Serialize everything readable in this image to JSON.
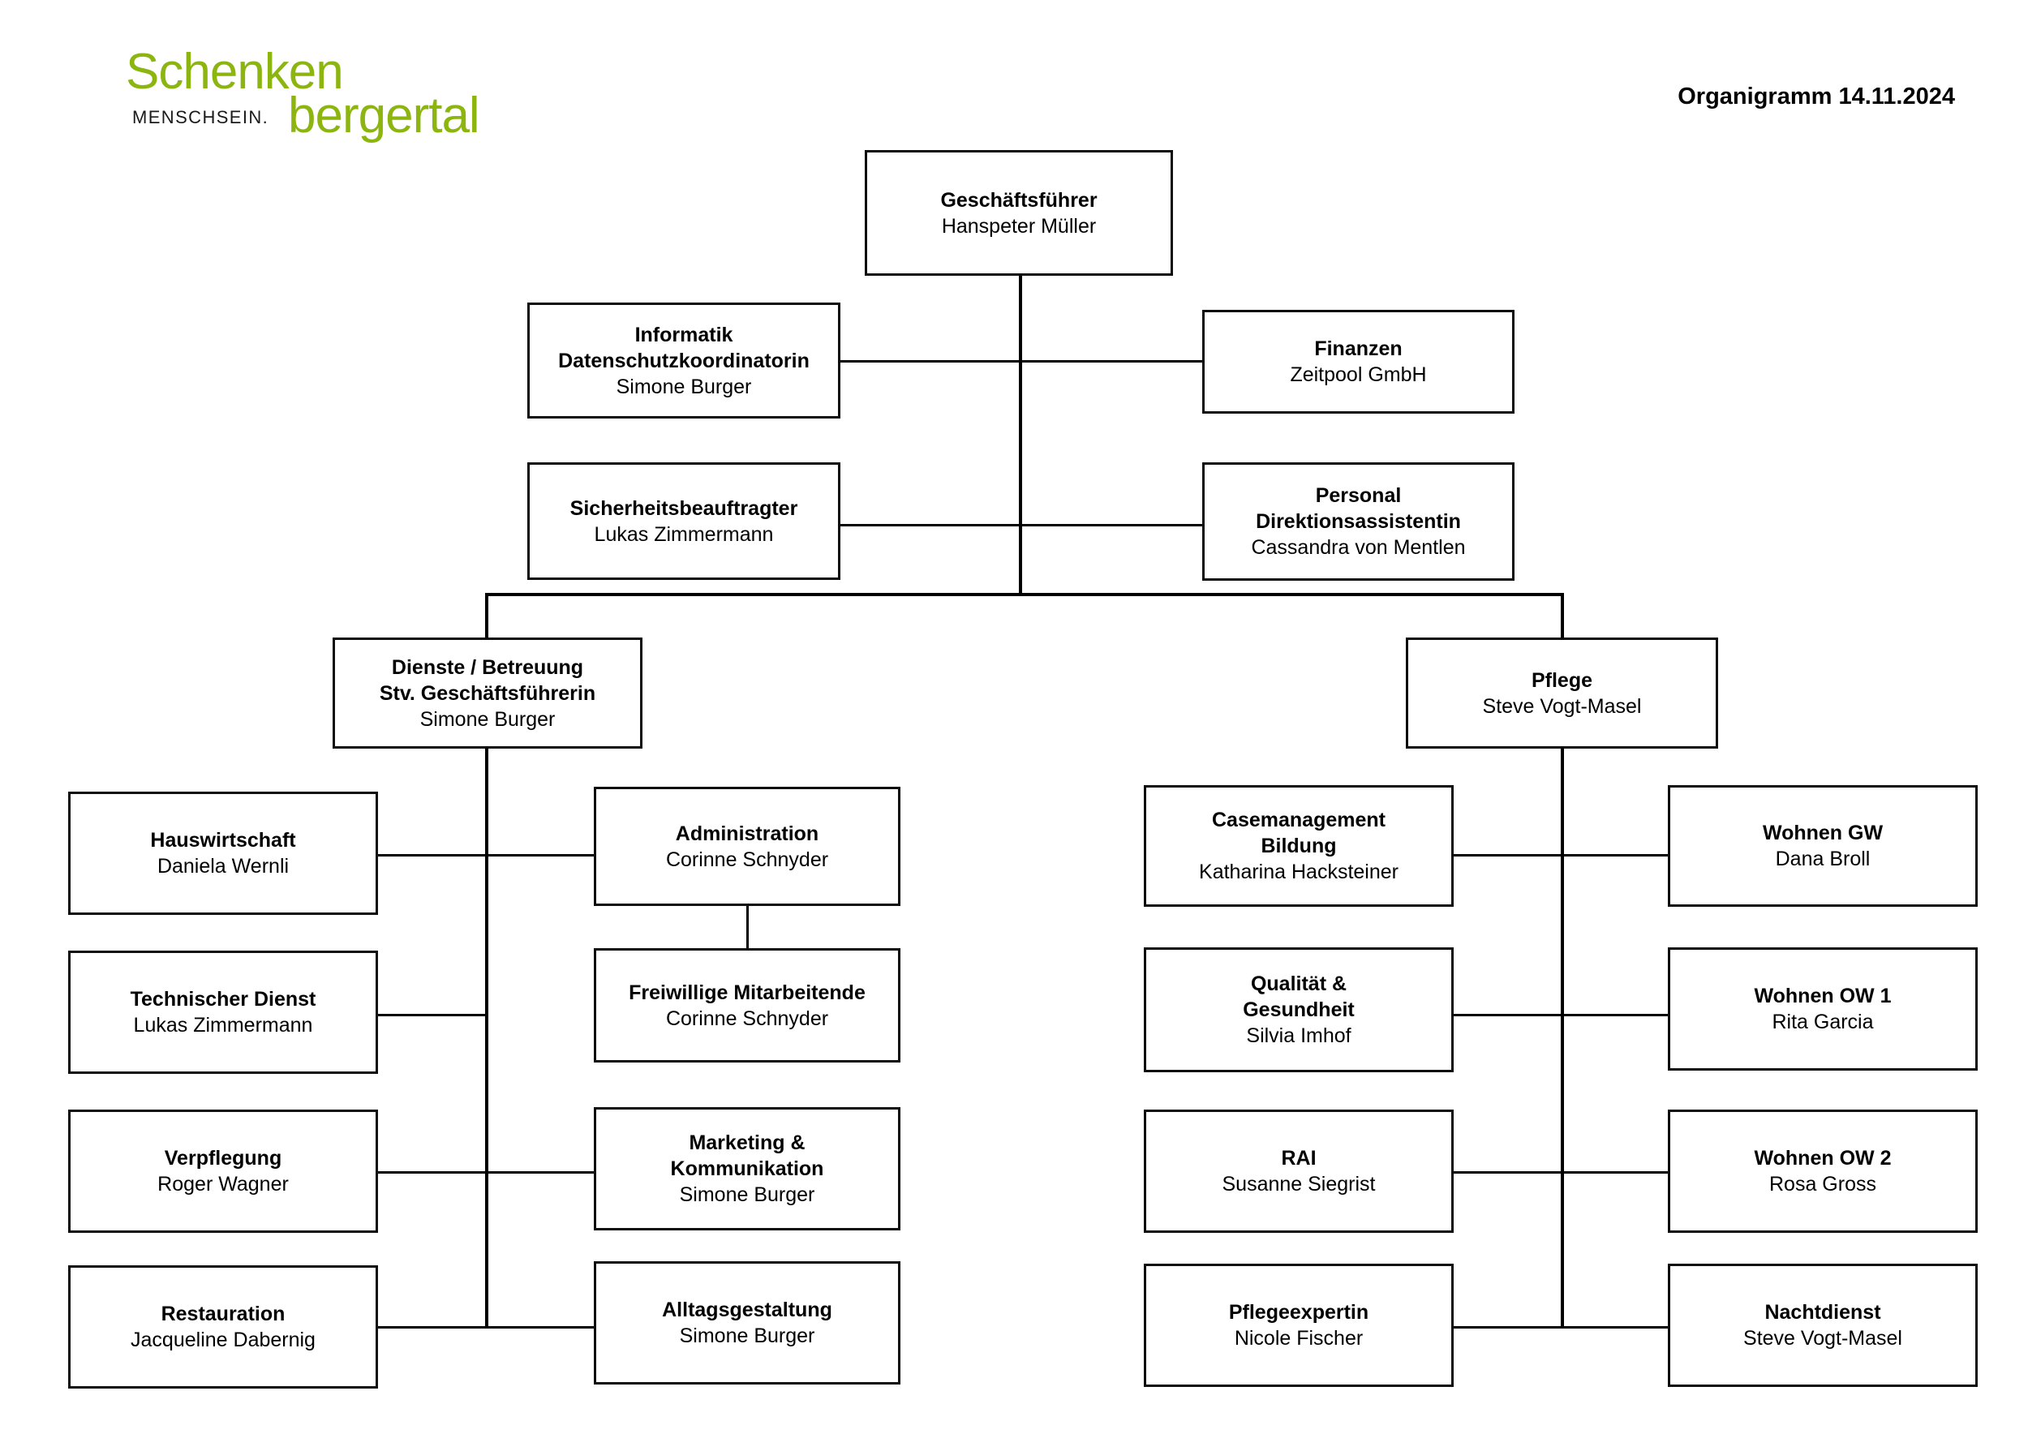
{
  "header": {
    "logo": {
      "line1": "Schenken",
      "line2": "bergertal",
      "tagline": "MENSCHSEIN.",
      "color": "#8CB60F"
    },
    "title": "Organigramm 14.11.2024"
  },
  "chart": {
    "type": "org-chart",
    "nodes": {
      "geschaeftsfuehrer": {
        "title": "Geschäftsführer",
        "person": "Hanspeter Müller"
      },
      "informatik": {
        "title": "Informatik\nDatenschutzkoordinatorin",
        "person": "Simone Burger"
      },
      "finanzen": {
        "title": "Finanzen",
        "person": "Zeitpool GmbH"
      },
      "sicherheit": {
        "title": "Sicherheitsbeauftragter",
        "person": "Lukas Zimmermann"
      },
      "personal": {
        "title": "Personal\nDirektionsassistentin",
        "person": "Cassandra von Mentlen"
      },
      "dienste": {
        "title": "Dienste / Betreuung\nStv. Geschäftsführerin",
        "person": "Simone Burger"
      },
      "pflege": {
        "title": "Pflege",
        "person": "Steve Vogt-Masel"
      },
      "hauswirtschaft": {
        "title": "Hauswirtschaft",
        "person": "Daniela Wernli"
      },
      "technischer_dienst": {
        "title": "Technischer Dienst",
        "person": "Lukas Zimmermann"
      },
      "verpflegung": {
        "title": "Verpflegung",
        "person": "Roger Wagner"
      },
      "restauration": {
        "title": "Restauration",
        "person": "Jacqueline Dabernig"
      },
      "administration": {
        "title": "Administration",
        "person": "Corinne Schnyder"
      },
      "freiwillige": {
        "title": "Freiwillige Mitarbeitende",
        "person": "Corinne Schnyder"
      },
      "marketing": {
        "title": "Marketing &\nKommunikation",
        "person": "Simone Burger"
      },
      "alltagsgestaltung": {
        "title": "Alltagsgestaltung",
        "person": "Simone Burger"
      },
      "casemanagement": {
        "title": "Casemanagement\nBildung",
        "person": "Katharina Hacksteiner"
      },
      "qualitaet": {
        "title": "Qualität &\nGesundheit",
        "person": "Silvia Imhof"
      },
      "rai": {
        "title": "RAI",
        "person": "Susanne Siegrist"
      },
      "pflegeexpertin": {
        "title": "Pflegeexpertin",
        "person": "Nicole Fischer"
      },
      "wohnen_gw": {
        "title": "Wohnen GW",
        "person": "Dana Broll"
      },
      "wohnen_ow1": {
        "title": "Wohnen OW 1",
        "person": "Rita Garcia"
      },
      "wohnen_ow2": {
        "title": "Wohnen OW 2",
        "person": "Rosa Gross"
      },
      "nachtdienst": {
        "title": "Nachtdienst",
        "person": "Steve Vogt-Masel"
      }
    }
  }
}
